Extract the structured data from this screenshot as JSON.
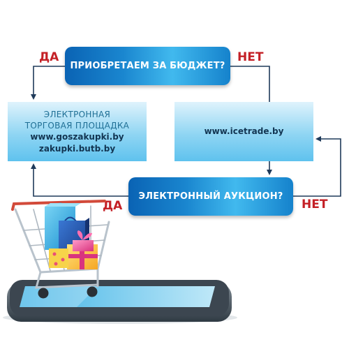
{
  "diagram": {
    "question_budget": "ПРИОБРЕТАЕМ ЗА БЮДЖЕТ?",
    "question_auction": "ЭЛЕКТРОННЫЙ АУКЦИОН?",
    "left_box": {
      "line1": "ЭЛЕКТРОННАЯ",
      "line2": "ТОРГОВАЯ ПЛОЩАДКА",
      "line3": "www.goszakupki.by",
      "line4": "zakupki.butb.by"
    },
    "right_box": {
      "line1": "www.icetrade.by"
    },
    "labels": {
      "yes_top": "ДА",
      "no_top": "НЕТ",
      "yes_bottom": "ДА",
      "no_bottom": "НЕТ"
    }
  },
  "colors": {
    "accent_blue": "#1a86cf",
    "label_red": "#c42026",
    "arrow_navy": "#1f3a5a"
  },
  "illustration": {
    "icons": [
      "shopping-cart-icon",
      "smartphone-icon",
      "gift-box-icon",
      "shopping-bag-icon"
    ]
  }
}
